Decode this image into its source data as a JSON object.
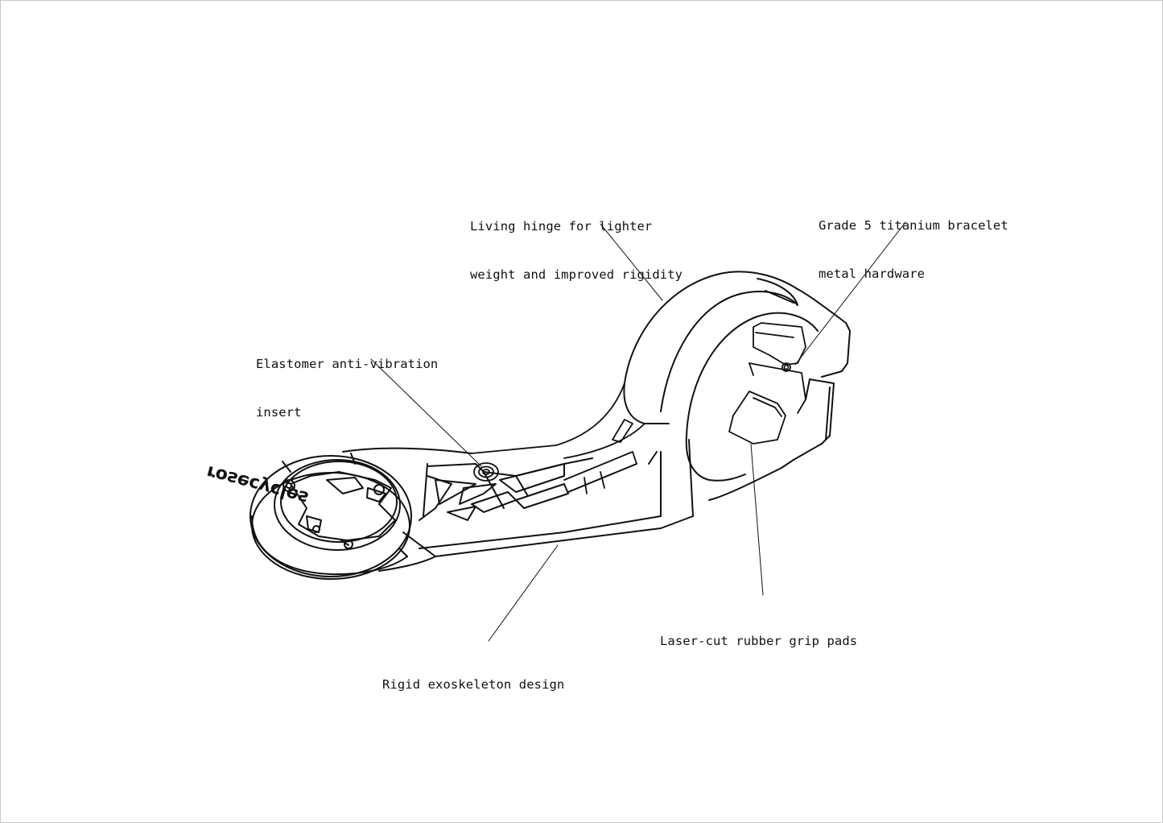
{
  "callouts": {
    "living_hinge": {
      "line1": "Living hinge for lighter",
      "line2": "weight and improved rigidity"
    },
    "titanium": {
      "line1": "Grade 5 titanium bracelet",
      "line2": "metal hardware"
    },
    "elastomer": {
      "line1": "Elastomer anti-vibration",
      "line2": "insert"
    },
    "grip_pads": {
      "line1": "Laser-cut rubber grip pads"
    },
    "exoskeleton": {
      "line1": "Rigid exoskeleton design"
    }
  },
  "brand_logo_text": "rosecycles",
  "colors": {
    "ink": "#111111",
    "background": "#ffffff",
    "frame": "#c8c8c8"
  }
}
